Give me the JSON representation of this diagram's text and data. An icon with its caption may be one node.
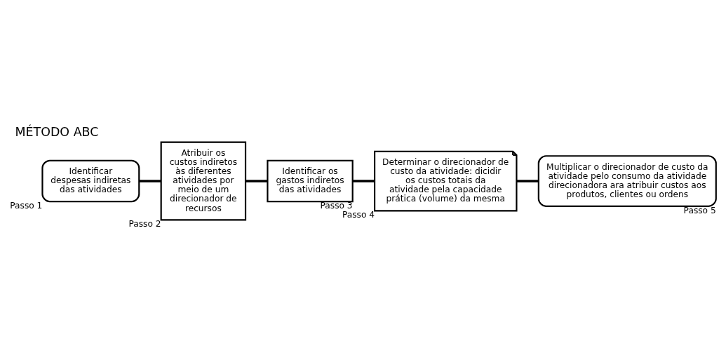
{
  "diagram": {
    "title": "MÉTODO ABC",
    "nodes": [
      {
        "text": [
          "Identificar despesas indiretas das atividades"
        ],
        "beside": [
          "Passo 1"
        ]
      },
      {
        "text": [
          "Atribuir os custos indiretos às diferentes atividades por meio de um direcionador de recursos"
        ],
        "beside": [
          "Passo 2"
        ]
      },
      {
        "text": [
          "Identificar os gastos indiretos das atividades"
        ],
        "beside": [
          "Passo 3"
        ]
      },
      {
        "text": [
          "Determinar o direcionador de custo da atividade: dicidir os custos totais da atividade pela capacidade prática (volume) da mesma"
        ],
        "beside": [
          "Passo 4"
        ]
      },
      {
        "text": [
          "Multiplicar o direcionador de custo da atividade pelo consumo da atividade direcionadora ara atribuir custos aos produtos, clientes ou ordens"
        ],
        "beside": [
          "Passo 5"
        ]
      }
    ],
    "edges": [
      {
        "from": 0,
        "to": 1,
        "arrow": "none"
      },
      {
        "from": 1,
        "to": 2,
        "arrow": "none"
      },
      {
        "from": 2,
        "to": 3,
        "arrow": "none"
      },
      {
        "from": 3,
        "to": 4,
        "arrow": "none"
      }
    ]
  }
}
